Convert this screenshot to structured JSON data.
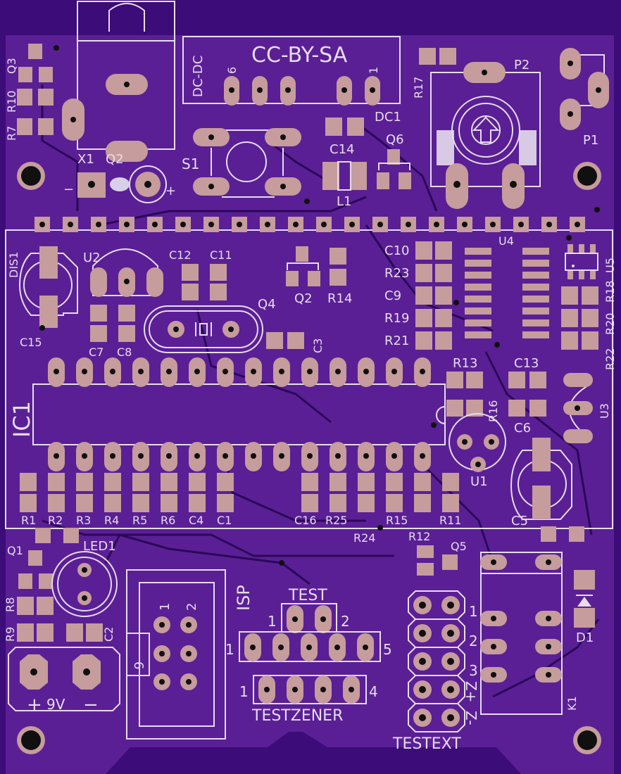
{
  "board": {
    "colors": {
      "substrate": "#3c0c78",
      "board": "#5a1f95",
      "copper_pad": "#c69c9c",
      "silkscreen": "#e6dcec"
    },
    "license": "CC-BY-SA"
  },
  "labels": {
    "dcdc": "DC-DC",
    "dcdc_pin6": "6",
    "dcdc_pin1": "1",
    "dc1": "DC1",
    "q3": "Q3",
    "r10": "R10",
    "r7": "R7",
    "x1": "X1",
    "q2_top": "Q2",
    "x1_minus": "−",
    "x1_plus": "+",
    "s1": "S1",
    "c14": "C14",
    "q6": "Q6",
    "l1": "L1",
    "r17": "R17",
    "p2": "P2",
    "p1": "P1",
    "dis1": "DIS1",
    "u2": "U2",
    "c12": "C12",
    "c11": "C11",
    "q2": "Q2",
    "r14": "R14",
    "q4": "Q4",
    "c3": "C3",
    "c15": "C15",
    "c7": "C7",
    "c8": "C8",
    "c10": "C10",
    "r23": "R23",
    "c9": "C9",
    "r19": "R19",
    "r21": "R21",
    "u4": "U4",
    "r18": "R18",
    "u5": "U5",
    "r20": "R20",
    "r22": "R22",
    "ic1": "IC1",
    "r13": "R13",
    "r16": "R16",
    "c13": "C13",
    "c6": "C6",
    "u3": "U3",
    "u1": "U1",
    "c5": "C5",
    "r1": "R1",
    "r2": "R2",
    "r3": "R3",
    "r4": "R4",
    "r5": "R5",
    "r6": "R6",
    "c4": "C4",
    "c1": "C1",
    "c16": "C16",
    "r25": "R25",
    "r15": "R15",
    "r11": "R11",
    "r24": "R24",
    "r12": "R12",
    "q5": "Q5",
    "q1": "Q1",
    "led1": "LED1",
    "r8": "R8",
    "r9": "R9",
    "c2": "C2",
    "isp": "ISP",
    "isp_pin1": "1",
    "isp_pin2": "2",
    "isp_pin6": "6",
    "test": "TEST",
    "test_pin1": "1",
    "test_pin2": "2",
    "row_pin1": "1",
    "row_pin5": "5",
    "tz_pin1": "1",
    "tz_pin4": "4",
    "testzener": "TESTZENER",
    "testext": "TESTEXT",
    "ext1": "1",
    "ext2": "2",
    "ext3": "3",
    "ext_z_plus": "Z+",
    "ext_z_minus": "Z-",
    "k1": "K1",
    "d1": "D1",
    "plus": "+",
    "nine_v": "9V",
    "minus": "−"
  }
}
